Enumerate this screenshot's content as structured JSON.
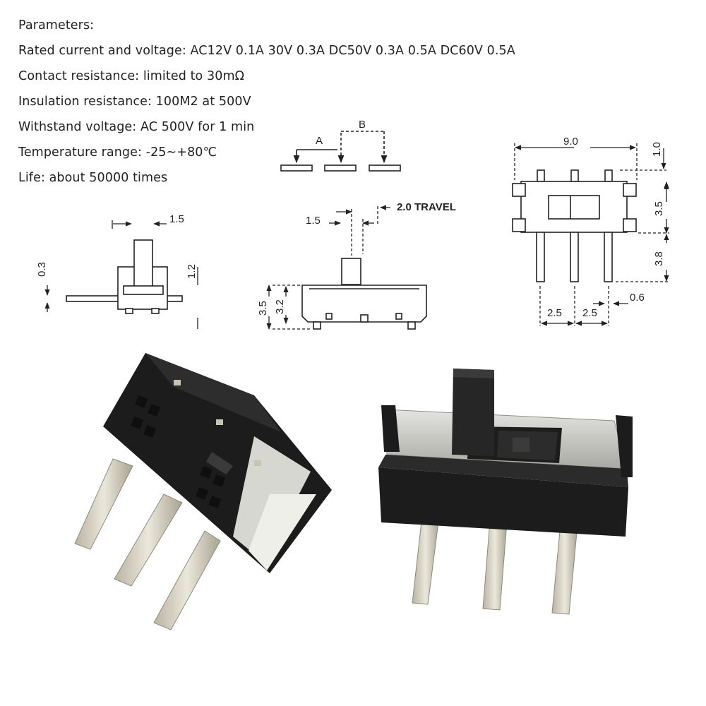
{
  "parameters": {
    "heading": "Parameters:",
    "rated": "Rated current and voltage: AC12V 0.1A 30V 0.3A DC50V 0.3A 0.5A DC60V 0.5A",
    "contact": "Contact resistance: limited to 30mΩ",
    "insulation": "Insulation resistance: 100M2 at 500V",
    "withstand": "Withstand voltage: AC 500V for 1 min",
    "temperature": "Temperature range: -25~+80℃",
    "life": "Life: about 50000 times"
  },
  "schematic": {
    "label_a": "A",
    "label_b": "B"
  },
  "side_view": {
    "dim_width": "1.5",
    "dim_thickness": "0.3",
    "dim_height": "1.2"
  },
  "front_view": {
    "dim_slider": "1.5",
    "travel": "2.0 TRAVEL",
    "dim_total_h": "3.5",
    "dim_body_h": "3.2"
  },
  "top_view": {
    "dim_length": "9.0",
    "dim_top": "1.0",
    "dim_body": "3.5",
    "dim_pin_len": "3.8",
    "dim_pin_w": "0.6",
    "pitch_1": "2.5",
    "pitch_2": "2.5"
  },
  "colors": {
    "line": "#222222",
    "switch_body": "#1c1c1c",
    "metal": "#c9c9c4",
    "pin": "#d8d3c2"
  }
}
